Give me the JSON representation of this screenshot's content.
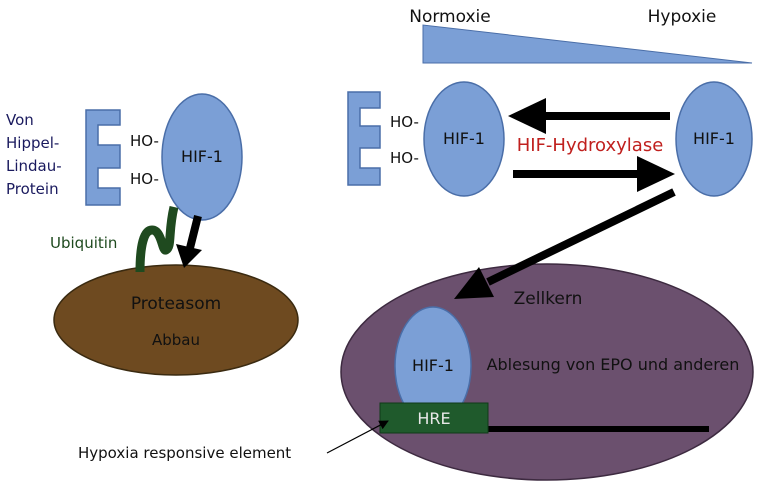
{
  "labels": {
    "normoxie": "Normoxie",
    "hypoxie": "Hypoxie",
    "vhl_lines": [
      "Von",
      "Hippel-",
      "Lindau-",
      "Protein"
    ],
    "ho": "HO-",
    "hif1": "HIF-1",
    "ubiquitin": "Ubiquitin",
    "proteasom": "Proteasom",
    "abbau": "Abbau",
    "hydroxylase": "HIF-Hydroxylase",
    "zellkern": "Zellkern",
    "ablesung": "Ablesung von EPO und anderen",
    "hre": "HRE",
    "hre_caption": "Hypoxia responsive element"
  },
  "colors": {
    "hif_fill": "#7b9fd6",
    "hif_stroke": "#4a6ea8",
    "vhl_fill": "#7b9fd6",
    "vhl_stroke": "#4a6ea8",
    "proteasom_fill": "#6e4a20",
    "proteasom_stroke": "#3a2a10",
    "nucleus_fill": "#6b506e",
    "nucleus_stroke": "#3d2a40",
    "ubiquitin": "#1f4a1f",
    "hre_fill": "#1f5a2c",
    "hydroxylase_text": "#c0201e",
    "vhl_text": "#1a1a5e",
    "ubiquitin_text": "#1f4a1f",
    "arrow": "#000000"
  }
}
